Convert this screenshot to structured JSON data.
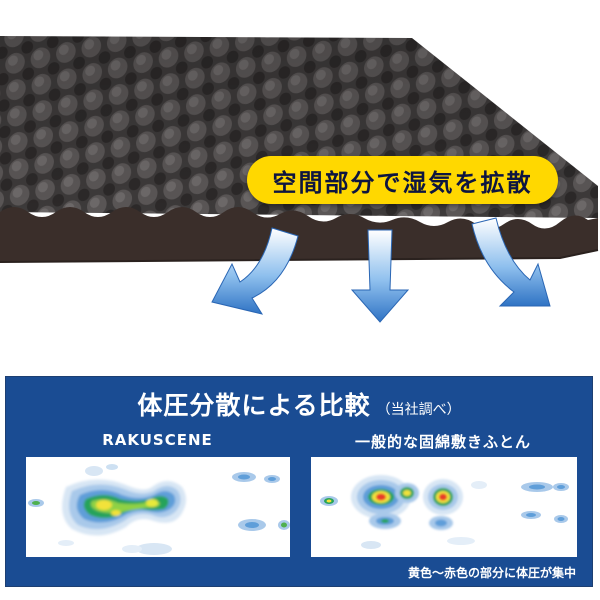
{
  "hero": {
    "callout": "空間部分で湿気を拡散",
    "foam_color": "#4a4646",
    "arrow_color": "#2f73c4"
  },
  "comparison": {
    "title": "体圧分散による比較",
    "title_note": "（当社調べ）",
    "left_label": "RAKUSCENE",
    "right_label": "一般的な固綿敷きふとん",
    "footnote": "黄色〜赤色の部分に体圧が集中",
    "panel_color": "#1a4c93"
  }
}
